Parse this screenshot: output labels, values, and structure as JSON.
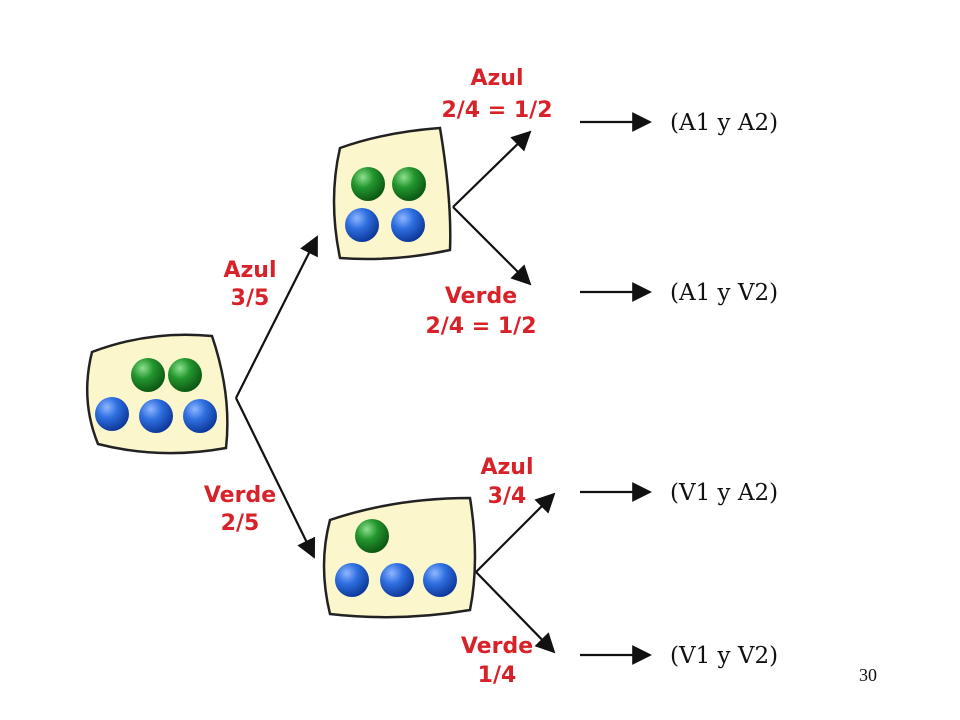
{
  "colors": {
    "bag_fill": "#fbf6cc",
    "bag_stroke": "#222222",
    "blue_ball": "#1f5fd6",
    "green_ball": "#1f8f2a",
    "label_red": "#d8222a",
    "arrow": "#111111"
  },
  "tree": {
    "root_bag": {
      "green": 2,
      "blue": 3
    },
    "branch_azul": {
      "name": "Azul",
      "prob": "3/5"
    },
    "branch_verde": {
      "name": "Verde",
      "prob": "2/5"
    },
    "bag_after_azul": {
      "green": 2,
      "blue": 2
    },
    "bag_after_verde": {
      "green": 1,
      "blue": 3
    },
    "azul_azul": {
      "name": "Azul",
      "prob": "2/4 = 1/2",
      "outcome": "(A1 y A2)"
    },
    "azul_verde": {
      "name": "Verde",
      "prob": "2/4 = 1/2",
      "outcome": "(A1 y V2)"
    },
    "verde_azul": {
      "name": "Azul",
      "prob": "3/4",
      "outcome": "(V1 y A2)"
    },
    "verde_verde": {
      "name": "Verde",
      "prob": "1/4",
      "outcome": "(V1 y V2)"
    }
  },
  "slide": {
    "page_number": "30"
  }
}
